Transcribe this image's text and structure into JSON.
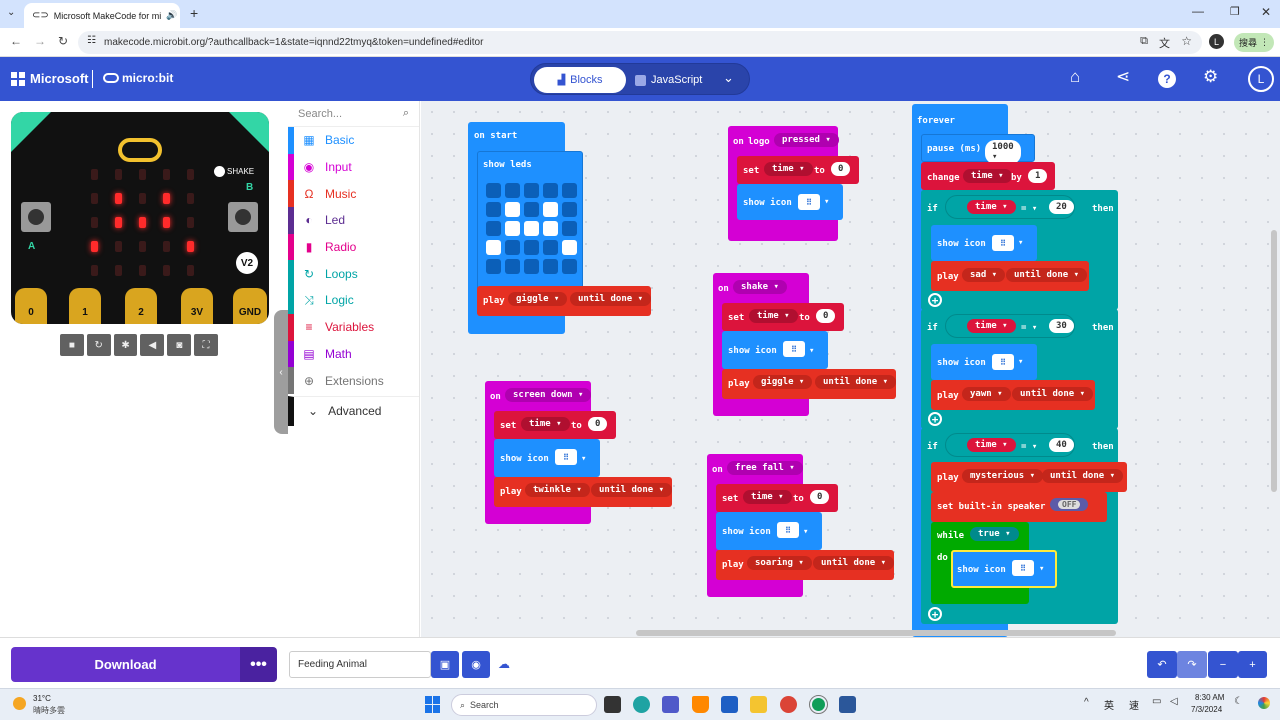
{
  "browser": {
    "tab_title": "Microsoft MakeCode for mi",
    "url": "makecode.microbit.org/?authcallback=1&state=iqnnd22tmyq&token=undefined#editor",
    "profile_letter": "L",
    "ext_label": "搜尋"
  },
  "header": {
    "brand": "Microsoft",
    "product": "micro:bit",
    "blocks_label": "Blocks",
    "js_label": "JavaScript",
    "profile_letter": "L"
  },
  "simulator": {
    "shake_label": "SHAKE",
    "button_a": "A",
    "button_b": "B",
    "version": "V2",
    "pins": [
      "0",
      "1",
      "2",
      "3V",
      "GND"
    ],
    "leds_on": [
      [
        1,
        1
      ],
      [
        1,
        3
      ],
      [
        2,
        1
      ],
      [
        2,
        2
      ],
      [
        2,
        3
      ],
      [
        3,
        0
      ],
      [
        3,
        4
      ]
    ]
  },
  "toolbox": {
    "search_placeholder": "Search...",
    "categories": [
      {
        "label": "Basic",
        "color": "#1e90ff",
        "icon": "grid-icon"
      },
      {
        "label": "Input",
        "color": "#d400d4",
        "icon": "target-icon"
      },
      {
        "label": "Music",
        "color": "#e63022",
        "icon": "headphones-icon"
      },
      {
        "label": "Led",
        "color": "#5c2d91",
        "icon": "toggle-icon"
      },
      {
        "label": "Radio",
        "color": "#e3008c",
        "icon": "signal-icon"
      },
      {
        "label": "Loops",
        "color": "#00a4a6",
        "icon": "refresh-icon"
      },
      {
        "label": "Logic",
        "color": "#00a4a6",
        "icon": "logic-icon"
      },
      {
        "label": "Variables",
        "color": "#dc143c",
        "icon": "lines-icon"
      },
      {
        "label": "Math",
        "color": "#9400d3",
        "icon": "calculator-icon"
      },
      {
        "label": "Extensions",
        "color": "#757575",
        "icon": "plus-icon"
      }
    ],
    "advanced_label": "Advanced"
  },
  "blocks": {
    "on_start": {
      "hat": "on start",
      "show_leds": "show leds",
      "play": "play",
      "sound": "giggle",
      "mode": "until done"
    },
    "on_logo": {
      "hat_on": "on",
      "hat_logo": "logo",
      "hat_event": "pressed",
      "set": "set",
      "var": "time",
      "to": "to",
      "value": "0",
      "show_icon": "show icon"
    },
    "on_shake": {
      "hat_on": "on",
      "hat_event": "shake",
      "set": "set",
      "var": "time",
      "to": "to",
      "value": "0",
      "show_icon": "show icon",
      "play": "play",
      "sound": "giggle",
      "mode": "until done"
    },
    "on_screen_down": {
      "hat_on": "on",
      "hat_event": "screen down",
      "set": "set",
      "var": "time",
      "to": "to",
      "value": "0",
      "show_icon": "show icon",
      "play": "play",
      "sound": "twinkle",
      "mode": "until done"
    },
    "on_free_fall": {
      "hat_on": "on",
      "hat_event": "free fall",
      "set": "set",
      "var": "time",
      "to": "to",
      "value": "0",
      "show_icon": "show icon",
      "play": "play",
      "sound": "soaring",
      "mode": "until done"
    },
    "forever": {
      "hat": "forever",
      "pause": "pause (ms)",
      "pause_value": "1000",
      "change": "change",
      "var": "time",
      "by": "by",
      "by_value": "1",
      "if_kw": "if",
      "then_kw": "then",
      "eq": "=",
      "if1_value": "20",
      "if2_value": "30",
      "if3_value": "40",
      "show_icon": "show icon",
      "play": "play",
      "mode": "until done",
      "sound1": "sad",
      "sound2": "yawn",
      "sound3": "mysterious",
      "speaker": "set built-in speaker",
      "speaker_state": "OFF",
      "while_kw": "while",
      "while_cond": "true",
      "do_kw": "do"
    }
  },
  "bottom": {
    "download_label": "Download",
    "project_name": "Feeding  Animal"
  },
  "taskbar": {
    "temp": "31°C",
    "weather": "晴時多雲",
    "search_label": "Search",
    "ime1": "英",
    "ime2": "速",
    "time": "8:30 AM",
    "date": "7/3/2024"
  }
}
